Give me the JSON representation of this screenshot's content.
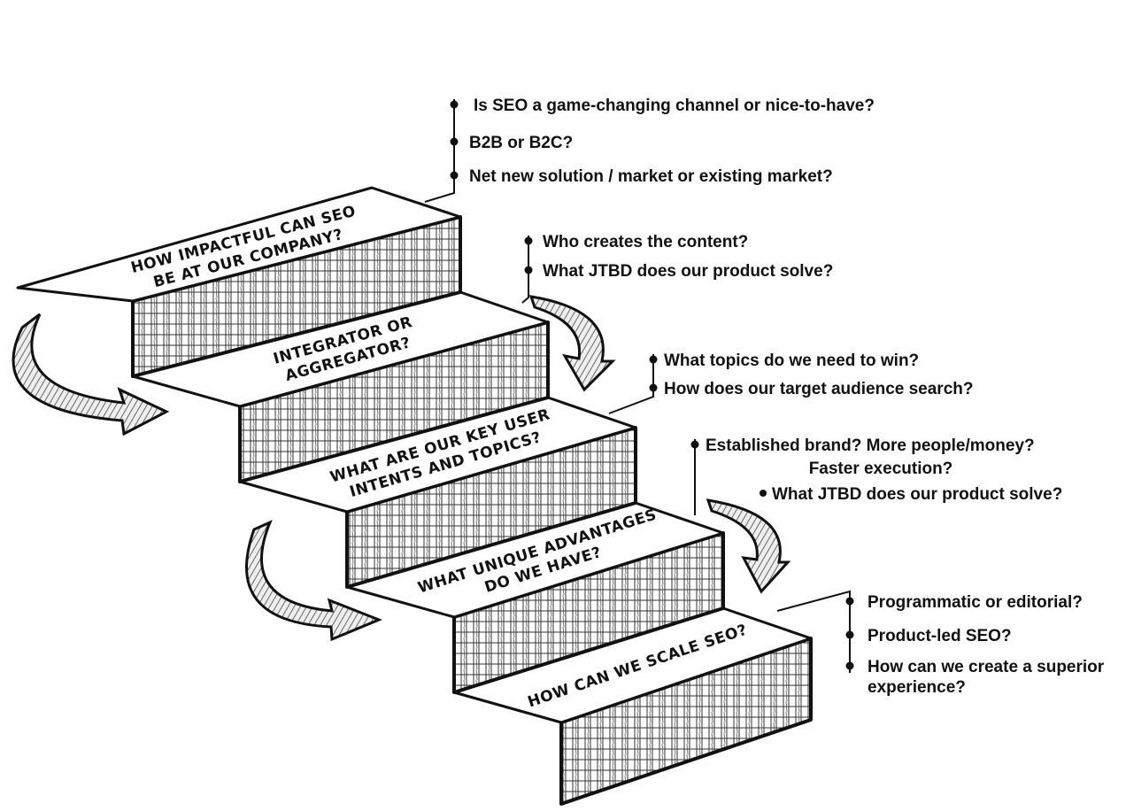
{
  "colors": {
    "ink": "#111111",
    "paper": "#ffffff",
    "hatch": "#333333"
  },
  "steps": [
    {
      "line1": "HOW IMPACTFUL CAN SEO",
      "line2": "BE AT OUR COMPANY?"
    },
    {
      "line1": "INTEGRATOR OR",
      "line2": "AGGREGATOR?"
    },
    {
      "line1": "WHAT ARE OUR KEY USER",
      "line2": "INTENTS AND TOPICS?"
    },
    {
      "line1": "WHAT UNIQUE ADVANTAGES",
      "line2": "DO WE HAVE?"
    },
    {
      "line1": "HOW CAN WE SCALE SEO?",
      "line2": ""
    }
  ],
  "question_groups": [
    {
      "items": [
        "Is SEO a game-changing channel or nice-to-have?",
        "B2B or B2C?",
        "Net new solution / market or existing market?"
      ]
    },
    {
      "items": [
        "Who creates the content?",
        "What JTBD does our product solve?"
      ]
    },
    {
      "items": [
        "What topics do we need to win?",
        "How does our target audience search?"
      ]
    },
    {
      "items": [
        "Established brand? More people/money?",
        "Faster execution?",
        "What JTBD does our product solve?"
      ]
    },
    {
      "items": [
        "Programmatic or editorial?",
        "Product-led SEO?",
        "How can we create a superior",
        "experience?"
      ]
    }
  ],
  "icons": [
    "curved-arrow-icon",
    "bullet-dot-icon"
  ]
}
